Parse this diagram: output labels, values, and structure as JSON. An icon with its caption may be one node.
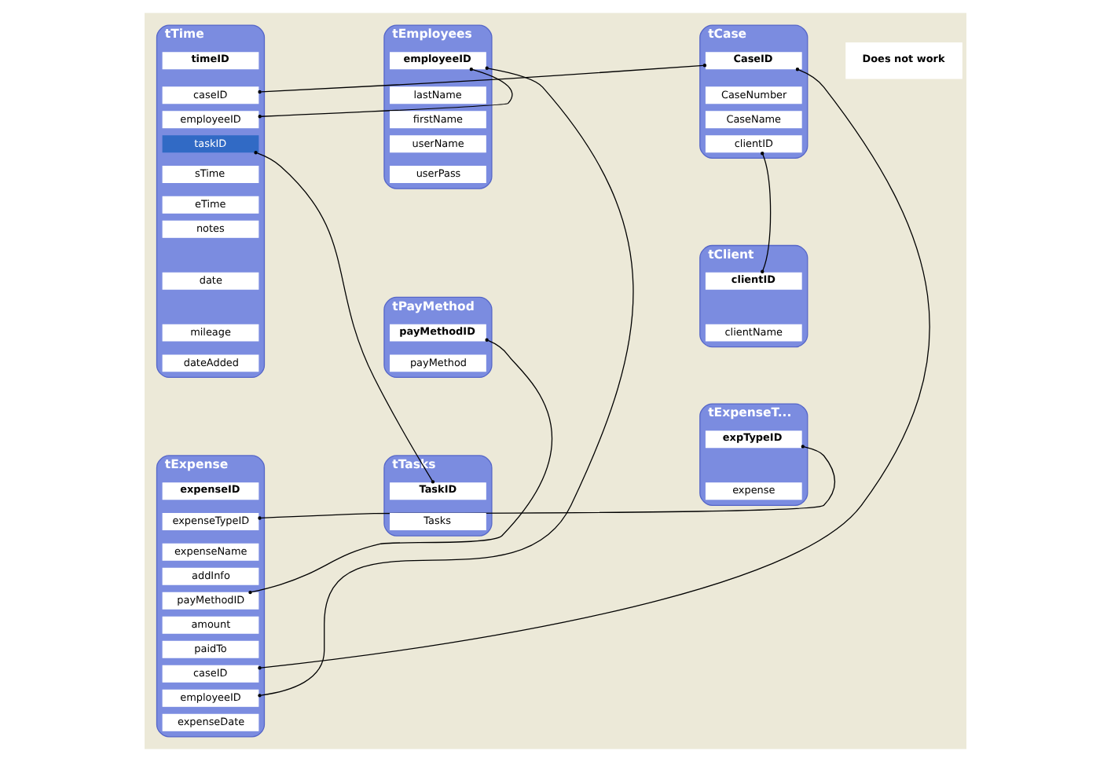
{
  "diagram": {
    "nodes": [
      {
        "text": [
          "tTime"
        ]
      },
      {
        "text": [
          "timeID"
        ],
        "in": 0
      },
      {
        "text": [
          "caseID"
        ],
        "in": 0
      },
      {
        "text": [
          "employeeID"
        ],
        "in": 0
      },
      {
        "text": [
          "taskID"
        ],
        "in": 0
      },
      {
        "text": [
          "sTime"
        ],
        "in": 0
      },
      {
        "text": [
          "eTime"
        ],
        "in": 0
      },
      {
        "text": [
          "notes"
        ],
        "in": 0
      },
      {
        "text": [
          "date"
        ],
        "in": 0
      },
      {
        "text": [
          "mileage"
        ],
        "in": 0
      },
      {
        "text": [
          "dateAdded"
        ],
        "in": 0
      },
      {
        "text": [
          "tCase"
        ]
      },
      {
        "text": [
          "CaseID"
        ],
        "in": 11
      },
      {
        "text": [
          "CaseNumber"
        ],
        "in": 11
      },
      {
        "text": [
          "CaseName"
        ],
        "in": 11
      },
      {
        "text": [
          "clientID"
        ],
        "in": 11
      },
      {
        "text": [
          "tEmployees"
        ]
      },
      {
        "text": [
          "employeeID"
        ],
        "in": 16
      },
      {
        "text": [
          "lastName"
        ],
        "in": 16
      },
      {
        "text": [
          "firstName"
        ],
        "in": 16
      },
      {
        "text": [
          "userName"
        ],
        "in": 16
      },
      {
        "text": [
          "userPass"
        ],
        "in": 16
      },
      {
        "text": [
          "tExpense"
        ]
      },
      {
        "text": [
          "expenseID"
        ],
        "in": 22
      },
      {
        "text": [
          "expenseTypeID"
        ],
        "in": 22
      },
      {
        "text": [
          "expenseName"
        ],
        "in": 22
      },
      {
        "text": [
          "addInfo"
        ],
        "in": 22
      },
      {
        "text": [
          "payMethodID"
        ],
        "in": 22
      },
      {
        "text": [
          "amount"
        ],
        "in": 22
      },
      {
        "text": [
          "paidTo"
        ],
        "in": 22
      },
      {
        "text": [
          "caseID"
        ],
        "in": 22
      },
      {
        "text": [
          "employeeID"
        ],
        "in": 22
      },
      {
        "text": [
          "expenseDate"
        ],
        "in": 22
      },
      {
        "text": [
          "tClient"
        ]
      },
      {
        "text": [
          "clientID"
        ],
        "in": 33
      },
      {
        "text": [
          "clientName"
        ],
        "in": 33
      },
      {
        "text": [
          "tExpenseT..."
        ]
      },
      {
        "text": [
          "expTypeID"
        ],
        "in": 36
      },
      {
        "text": [
          "expense"
        ],
        "in": 36
      },
      {
        "text": [
          "tPayMethod"
        ]
      },
      {
        "text": [
          "payMethodID"
        ],
        "in": 39
      },
      {
        "text": [
          "payMethod"
        ],
        "in": 39
      },
      {
        "text": [
          "tTasks"
        ]
      },
      {
        "text": [
          "TaskID"
        ],
        "in": 42
      },
      {
        "text": [
          "Tasks"
        ],
        "in": 42
      }
    ],
    "edges": [
      {
        "from": 12,
        "to": 2,
        "arrow": "other"
      },
      {
        "from": 12,
        "to": 30,
        "arrow": "other"
      },
      {
        "from": 15,
        "to": 34,
        "arrow": "other"
      },
      {
        "from": 3,
        "to": 17,
        "arrow": "other"
      },
      {
        "from": 4,
        "to": 43,
        "arrow": "other"
      },
      {
        "from": 37,
        "to": 24,
        "arrow": "other"
      },
      {
        "from": 27,
        "to": 40,
        "arrow": "other"
      },
      {
        "from": 31,
        "to": 17,
        "arrow": "other"
      }
    ],
    "labels": [
      "Does not work"
    ]
  }
}
